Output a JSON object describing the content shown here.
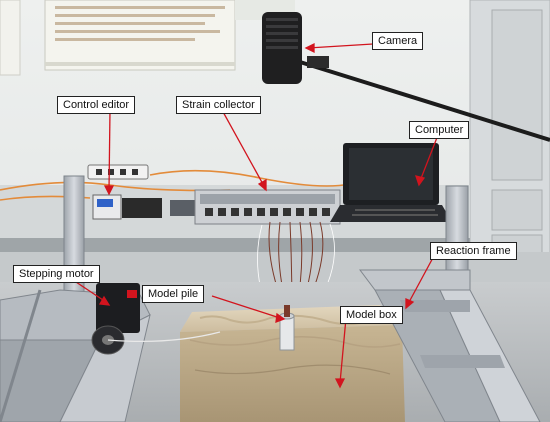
{
  "labels": {
    "camera": "Camera",
    "control_editor": "Control editor",
    "strain_collector": "Strain collector",
    "computer": "Computer",
    "reaction_frame": "Reaction frame",
    "stepping_motor": "Stepping motor",
    "model_pile": "Model pile",
    "model_box": "Model box"
  },
  "colors": {
    "arrow": "#d2141e",
    "sand": "#d9cbb1",
    "frame_steel": "#b7bcc3",
    "wall": "#e8ebea"
  }
}
